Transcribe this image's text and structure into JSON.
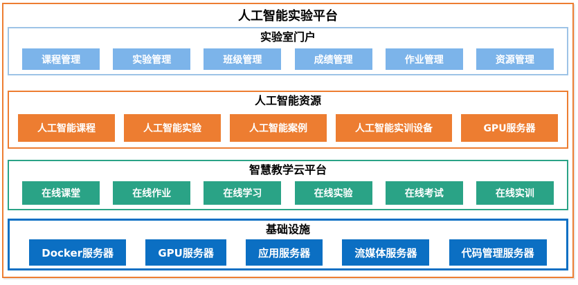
{
  "title": "人工智能实验平台",
  "colors": {
    "orange": "#ED7D31",
    "portal_border": "#9DC3E6",
    "portal_button": "#7CB4EA",
    "teal": "#2AA386",
    "blue": "#0B6FC3",
    "button_text": "#FFFFFF",
    "title_text": "#000000"
  },
  "sections": [
    {
      "title": "实验室门户",
      "items": [
        "课程管理",
        "实验管理",
        "班级管理",
        "成绩管理",
        "作业管理",
        "资源管理"
      ]
    },
    {
      "title": "人工智能资源",
      "items": [
        "人工智能课程",
        "人工智能实验",
        "人工智能案例",
        "人工智能实训设备",
        "GPU服务器"
      ]
    },
    {
      "title": "智慧教学云平台",
      "items": [
        "在线课堂",
        "在线作业",
        "在线学习",
        "在线实验",
        "在线考试",
        "在线实训"
      ]
    },
    {
      "title": "基础设施",
      "items": [
        "Docker服务器",
        "GPU服务器",
        "应用服务器",
        "流媒体服务器",
        "代码管理服务器"
      ]
    }
  ]
}
